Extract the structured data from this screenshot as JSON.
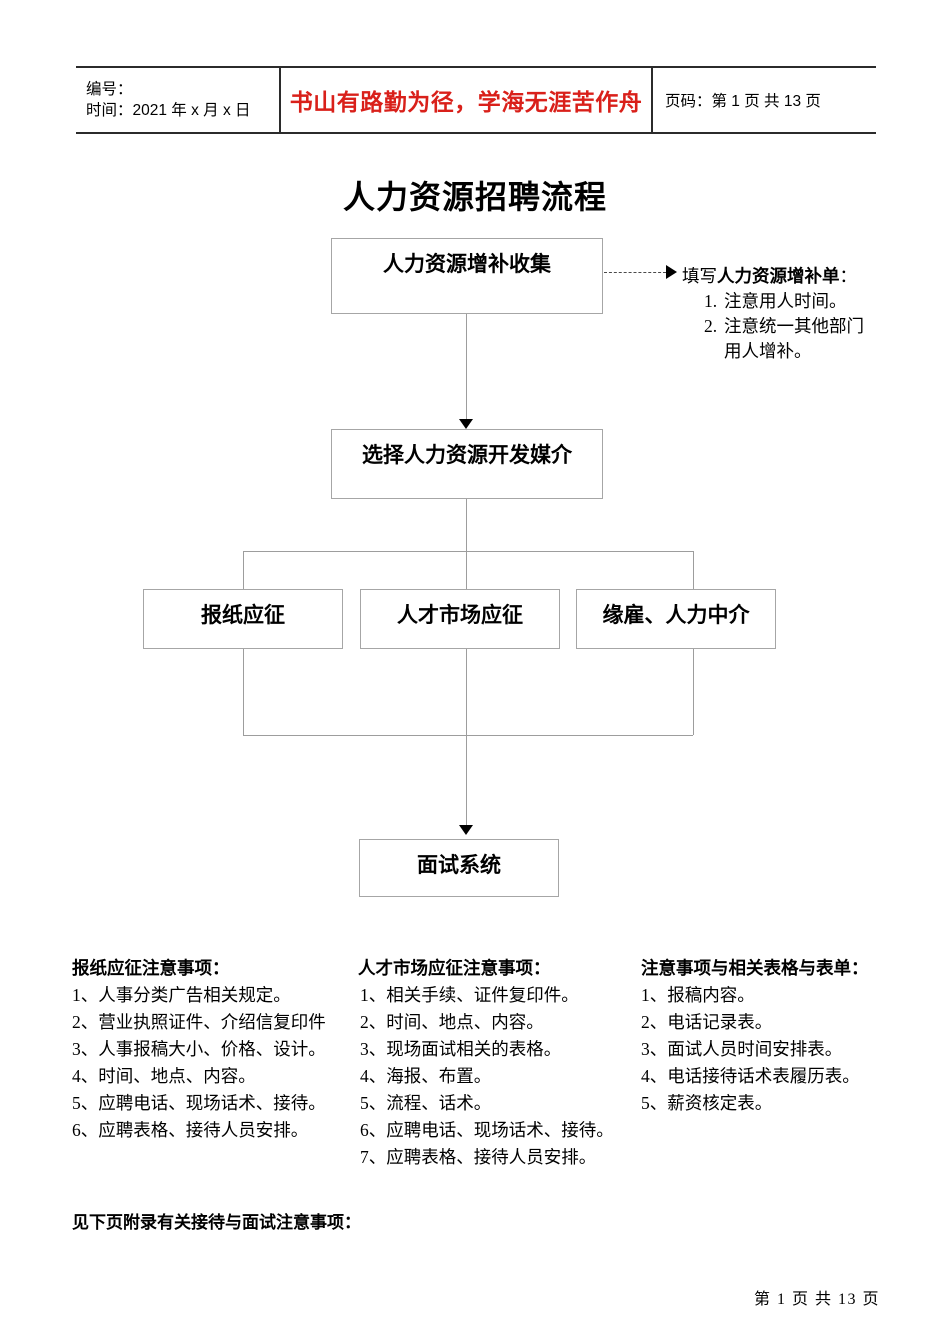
{
  "header": {
    "doc_no_label": "编号：",
    "date_line": "时间：2021 年 x 月 x 日",
    "slogan": "书山有路勤为径，学海无涯苦作舟",
    "slogan_color": "#d9201a",
    "page_code": "页码：第 1 页  共 13 页"
  },
  "title": "人力资源招聘流程",
  "flow": {
    "collect": "人力资源增补收集",
    "media": "选择人力资源开发媒介",
    "newspaper": "报纸应征",
    "market": "人才市场应征",
    "agency": "缘雇、人力中介",
    "interview": "面试系统"
  },
  "annotation": {
    "head_prefix": "填写",
    "head_bold": "人力资源增补单",
    "head_suffix": "：",
    "items": [
      {
        "num": "1.",
        "text": "注意用人时间。",
        "wrap": ""
      },
      {
        "num": "2.",
        "text": "注意统一其他部门",
        "wrap": "用人增补。"
      }
    ]
  },
  "notes": [
    {
      "title": "报纸应征注意事项：",
      "items": [
        "1、人事分类广告相关规定。",
        "2、营业执照证件、介绍信复印件",
        "3、人事报稿大小、价格、设计。",
        "4、时间、地点、内容。",
        "5、应聘电话、现场话术、接待。",
        "6、应聘表格、接待人员安排。"
      ]
    },
    {
      "title": "人才市场应征注意事项：",
      "items": [
        "1、相关手续、证件复印件。",
        "2、时间、地点、内容。",
        "3、现场面试相关的表格。",
        "4、海报、布置。",
        "5、流程、话术。",
        "6、应聘电话、现场话术、接待。",
        "7、应聘表格、接待人员安排。"
      ]
    },
    {
      "title": "注意事项与相关表格与表单：",
      "items": [
        "1、报稿内容。",
        "2、电话记录表。",
        "3、面试人员时间安排表。",
        "4、电话接待话术表履历表。",
        "5、薪资核定表。"
      ]
    }
  ],
  "footer": {
    "see_next": "见下页附录有关接待与面试注意事项：",
    "page_number": "第 1 页 共 13 页"
  }
}
